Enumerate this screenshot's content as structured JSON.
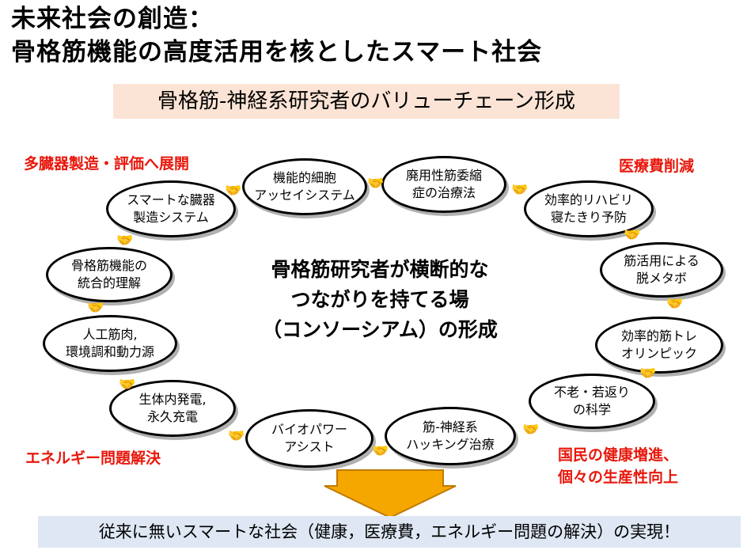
{
  "title": {
    "line1": "未来社会の創造：",
    "line2": "骨格筋機能の高度活用を核としたスマート社会"
  },
  "subtitle": "骨格筋-神経系研究者のバリューチェーン形成",
  "corner_labels": {
    "top_left": "多臓器製造・評価へ展開",
    "top_right": "医療費削減",
    "bottom_left": "エネルギー問題解決",
    "bottom_right_1": "国民の健康増進、",
    "bottom_right_2": "個々の生産性向上"
  },
  "center": {
    "line1": "骨格筋研究者が横断的な",
    "line2": "つながりを持てる場",
    "line3": "（コンソーシアム）の形成"
  },
  "nodes": [
    {
      "label": "機能的細胞\nアッセイシステム"
    },
    {
      "label": "廃用性筋委縮\n症の治療法"
    },
    {
      "label": "効率的リハビリ\n寝たきり予防"
    },
    {
      "label": "筋活用による\n脱メタボ"
    },
    {
      "label": "効率的筋トレ\nオリンピック"
    },
    {
      "label": "不老・若返り\nの科学"
    },
    {
      "label": "筋-神経系\nハッキング治療"
    },
    {
      "label": "バイオパワー\nアシスト"
    },
    {
      "label": "生体内発電,\n永久充電"
    },
    {
      "label": "人工筋肉,\n環境調和動力源"
    },
    {
      "label": "骨格筋機能の\n統合的理解"
    },
    {
      "label": "スマートな臓器\n製造システム"
    }
  ],
  "footer": "従来に無いスマートな社会（健康，医療費，エネルギー問題の解決）の実現！",
  "colors": {
    "accent_red": "#e8180c",
    "subtitle_bg": "#fbe4d5",
    "footer_bg": "#dee7f3",
    "arrow_fill": "#f5a700",
    "arrow_stroke": "#c07a00"
  },
  "icons": {
    "connector": "handshake-icon"
  }
}
